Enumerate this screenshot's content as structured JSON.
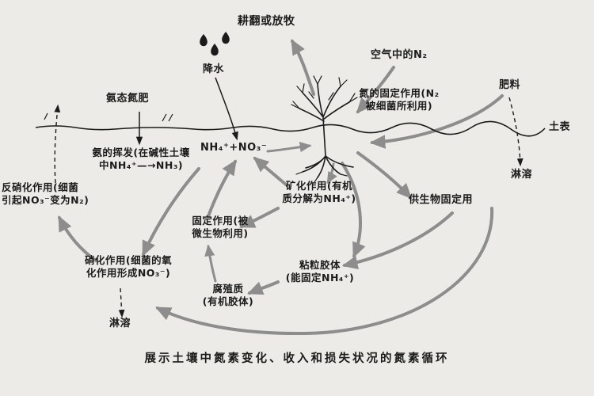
{
  "diagram": {
    "title_hint": "soil nitrogen cycle diagram",
    "colors": {
      "arrow": "#8d8d8d",
      "ink": "#1b1b1b",
      "paper": "#ecebe7"
    },
    "caption": "展示土壤中氮素变化、收入和损失状况的氮素循环",
    "labels": {
      "tilling_grazing": "耕翻或放牧",
      "precipitation": "降水",
      "air_n2": "空气中的N₂",
      "fertilizer": "肥料",
      "ammonia_fertilizer": "氨态氮肥",
      "n_fixation": "氮的固定作用(N₂\n被细菌所利用)",
      "soil_surface": "土表",
      "ammonia_volatilization": "氨的挥发(在碱性土壤\n中NH₄⁺—→NH₃)",
      "nh4_no3": "NH₄⁺+NO₃⁻",
      "leaching_right": "淋溶",
      "mineralization": "矿化作用(有机\n质分解为NH₄⁺)",
      "bio_fixation": "供生物固定用",
      "denitrification": "反硝化作用(细菌\n引起NO₃⁻变为N₂)",
      "immobilization": "固定作用(被\n微生物利用)",
      "clay_colloid": "粘粒胶体\n(能固定NH₄⁺)",
      "nitrification": "硝化作用(细菌的氧\n化作用形成NO₃⁻)",
      "humus": "腐殖质\n(有机胶体)",
      "leaching_bottom": "淋溶"
    }
  }
}
